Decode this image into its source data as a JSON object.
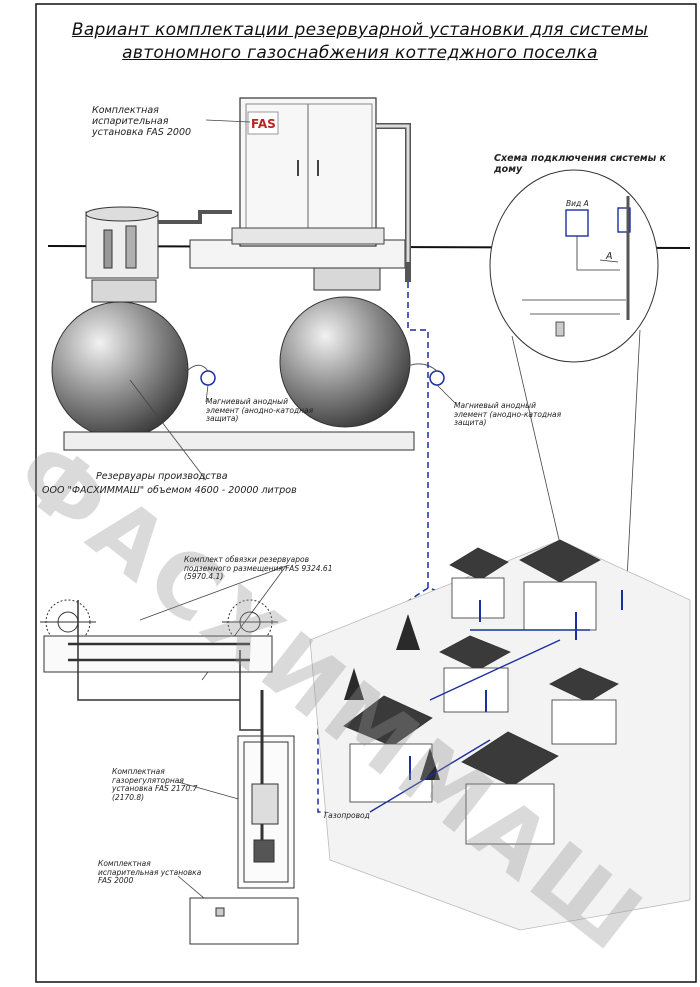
{
  "title_line1": "Вариант комплектации резервуарной установки для системы",
  "title_line2": "автономного газоснабжения коттеджного поселка",
  "labels": {
    "evap_top": "Комплектная испарительная установка FAS 2000",
    "anode_left": "Магниевый анодный элемент (анодно-катодная защита)",
    "anode_right": "Магниевый анодный элемент (анодно-катодная защита)",
    "reservoirs_line1": "Резервуары производства",
    "reservoirs_line2": "ООО \"ФАСХИММАШ\" объемом 4600 - 20000 литров",
    "piping_kit": "Комплект обвязки резервуаров подземного размещения FAS 9324.61 (5970.4.1)",
    "reducer": "Комплектная газорегуляторная установка FAS 2170.7 (2170.8)",
    "evap_bottom": "Комплектная испарительная установка FAS 2000",
    "gas_pipe": "Газопровод",
    "scheme_title": "Схема подключения системы к дому",
    "view_a": "Вид А",
    "arrow_a": "А"
  },
  "logo": "FAS",
  "watermark": "ФАСХИММАШ",
  "colors": {
    "line": "#1a1a1a",
    "tank_dark": "#6e6e6e",
    "tank_light": "#d9d9d9",
    "pipe_blue": "#1a2fa0",
    "roof": "#3a3a3a"
  }
}
